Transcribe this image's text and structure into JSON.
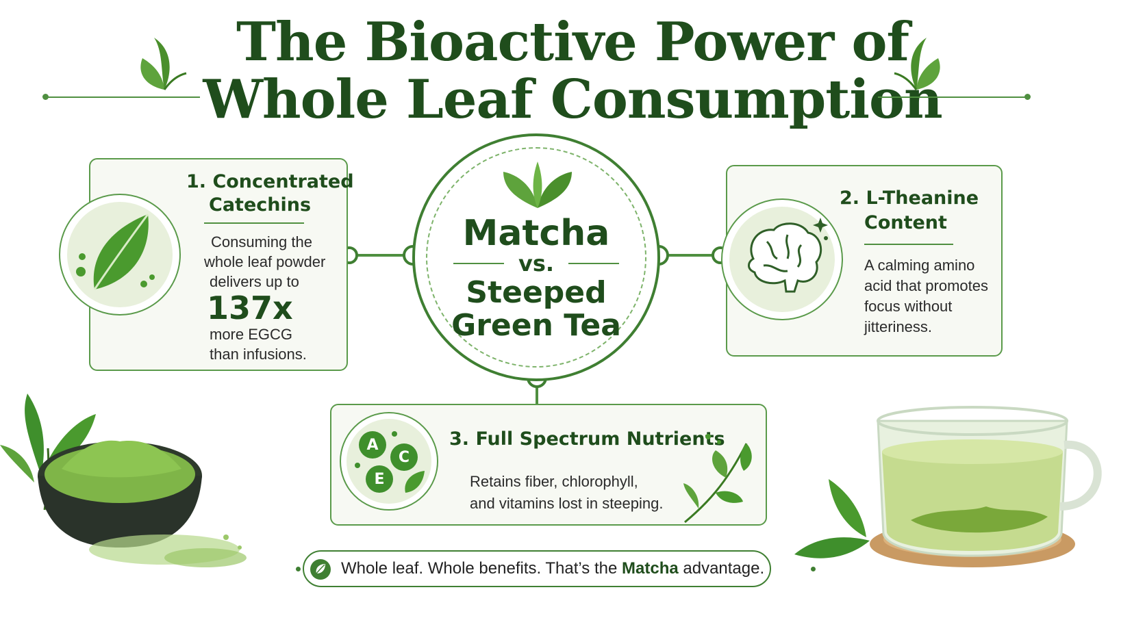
{
  "title": {
    "line1": "The Bioactive Power of",
    "line2": "Whole Leaf Consumption"
  },
  "center": {
    "line1": "Matcha",
    "vs": "vs.",
    "line2": "Steeped",
    "line3": "Green Tea"
  },
  "cards": [
    {
      "title_line1": "1. Concentrated",
      "title_line2": "Catechins",
      "text_line1": "Consuming the",
      "text_line2": "whole leaf powder",
      "text_line3": "delivers up to",
      "highlight": "137x",
      "text_line4": "more EGCG",
      "text_line5": "than infusions.",
      "icon": "leaf-icon"
    },
    {
      "title_line1": "2. L-Theanine",
      "title_line2": "Content",
      "text_line1": "A calming amino",
      "text_line2": "acid that promotes",
      "text_line3": "focus without",
      "text_line4": "jitteriness.",
      "icon": "brain-icon"
    },
    {
      "title": "3. Full Spectrum Nutrients",
      "text_line1": "Retains fiber, chlorophyll,",
      "text_line2": "and vitamins lost in steeping.",
      "icon": "vitamins-icon",
      "vitamin_letters": [
        "A",
        "C",
        "E"
      ]
    }
  ],
  "footer": {
    "text_before": "Whole leaf. Whole benefits. That’s the ",
    "text_bold": "Matcha",
    "text_after": " advantage."
  },
  "colors": {
    "dark_green": "#1f4d1c",
    "accent_green": "#4f8f40",
    "card_bg": "#f7f9f3",
    "matcha": "#8dbf4a"
  }
}
